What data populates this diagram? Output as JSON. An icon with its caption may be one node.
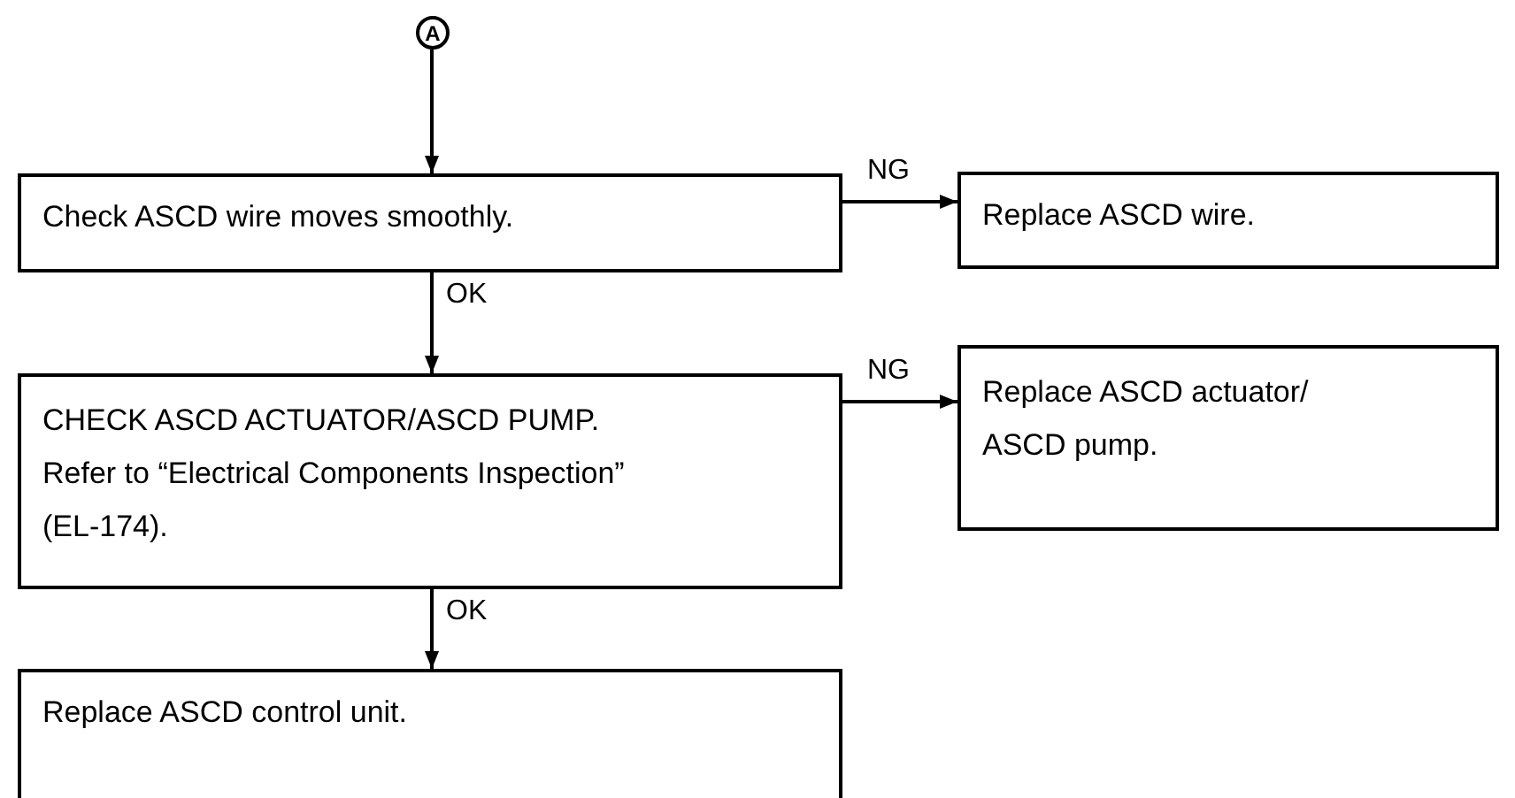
{
  "diagram": {
    "nodes": [
      {
        "text": [
          "A"
        ]
      },
      {
        "text": [
          "Check ASCD wire moves smoothly."
        ]
      },
      {
        "text": [
          "Replace ASCD wire."
        ]
      },
      {
        "text": [
          "CHECK ASCD ACTUATOR/ASCD PUMP.",
          "Refer to “Electrical Components Inspection” (EL-174)."
        ]
      },
      {
        "text": [
          "Replace ASCD actuator/ ASCD pump."
        ]
      },
      {
        "text": [
          "Replace ASCD control unit."
        ]
      }
    ],
    "edges": [
      {
        "from": 0,
        "to": 1,
        "arrow": "to"
      },
      {
        "from": 1,
        "to": 2,
        "arrow": "to",
        "label": "NG"
      },
      {
        "from": 1,
        "to": 3,
        "arrow": "to",
        "label": "OK"
      },
      {
        "from": 3,
        "to": 4,
        "arrow": "to",
        "label": "NG"
      },
      {
        "from": 3,
        "to": 5,
        "arrow": "to",
        "label": "OK"
      }
    ]
  }
}
